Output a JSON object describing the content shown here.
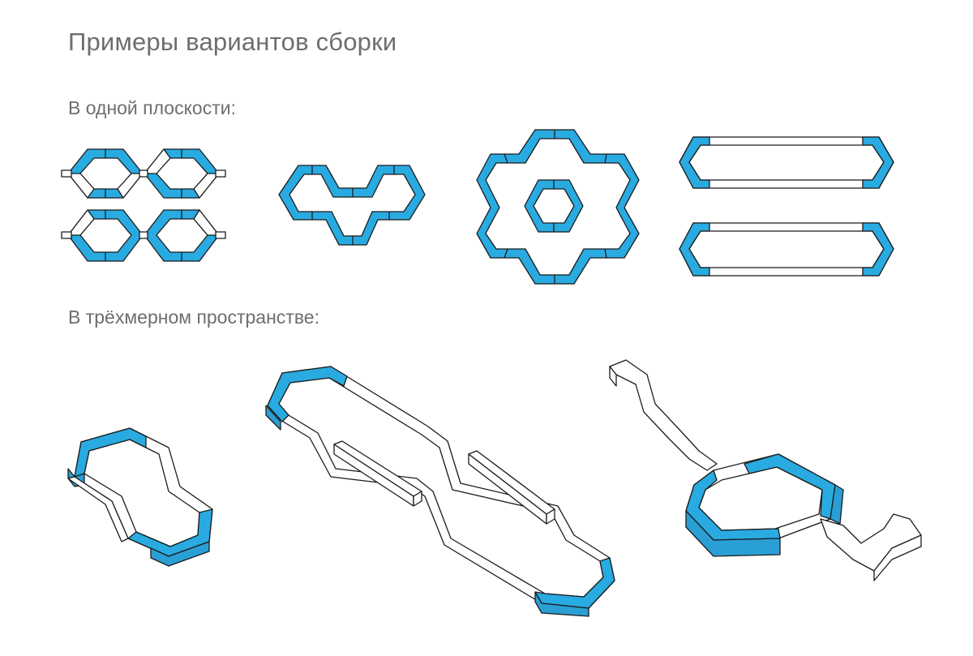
{
  "page": {
    "title": "Примеры вариантов сборки",
    "flat_heading": "В одной плоскости:",
    "spatial_heading": "В трёхмерном пространстве:"
  },
  "colors": {
    "accent": "#29aae1",
    "text": "#6d6e71",
    "outline": "#1b1b1b",
    "neutral": "#ffffff"
  }
}
